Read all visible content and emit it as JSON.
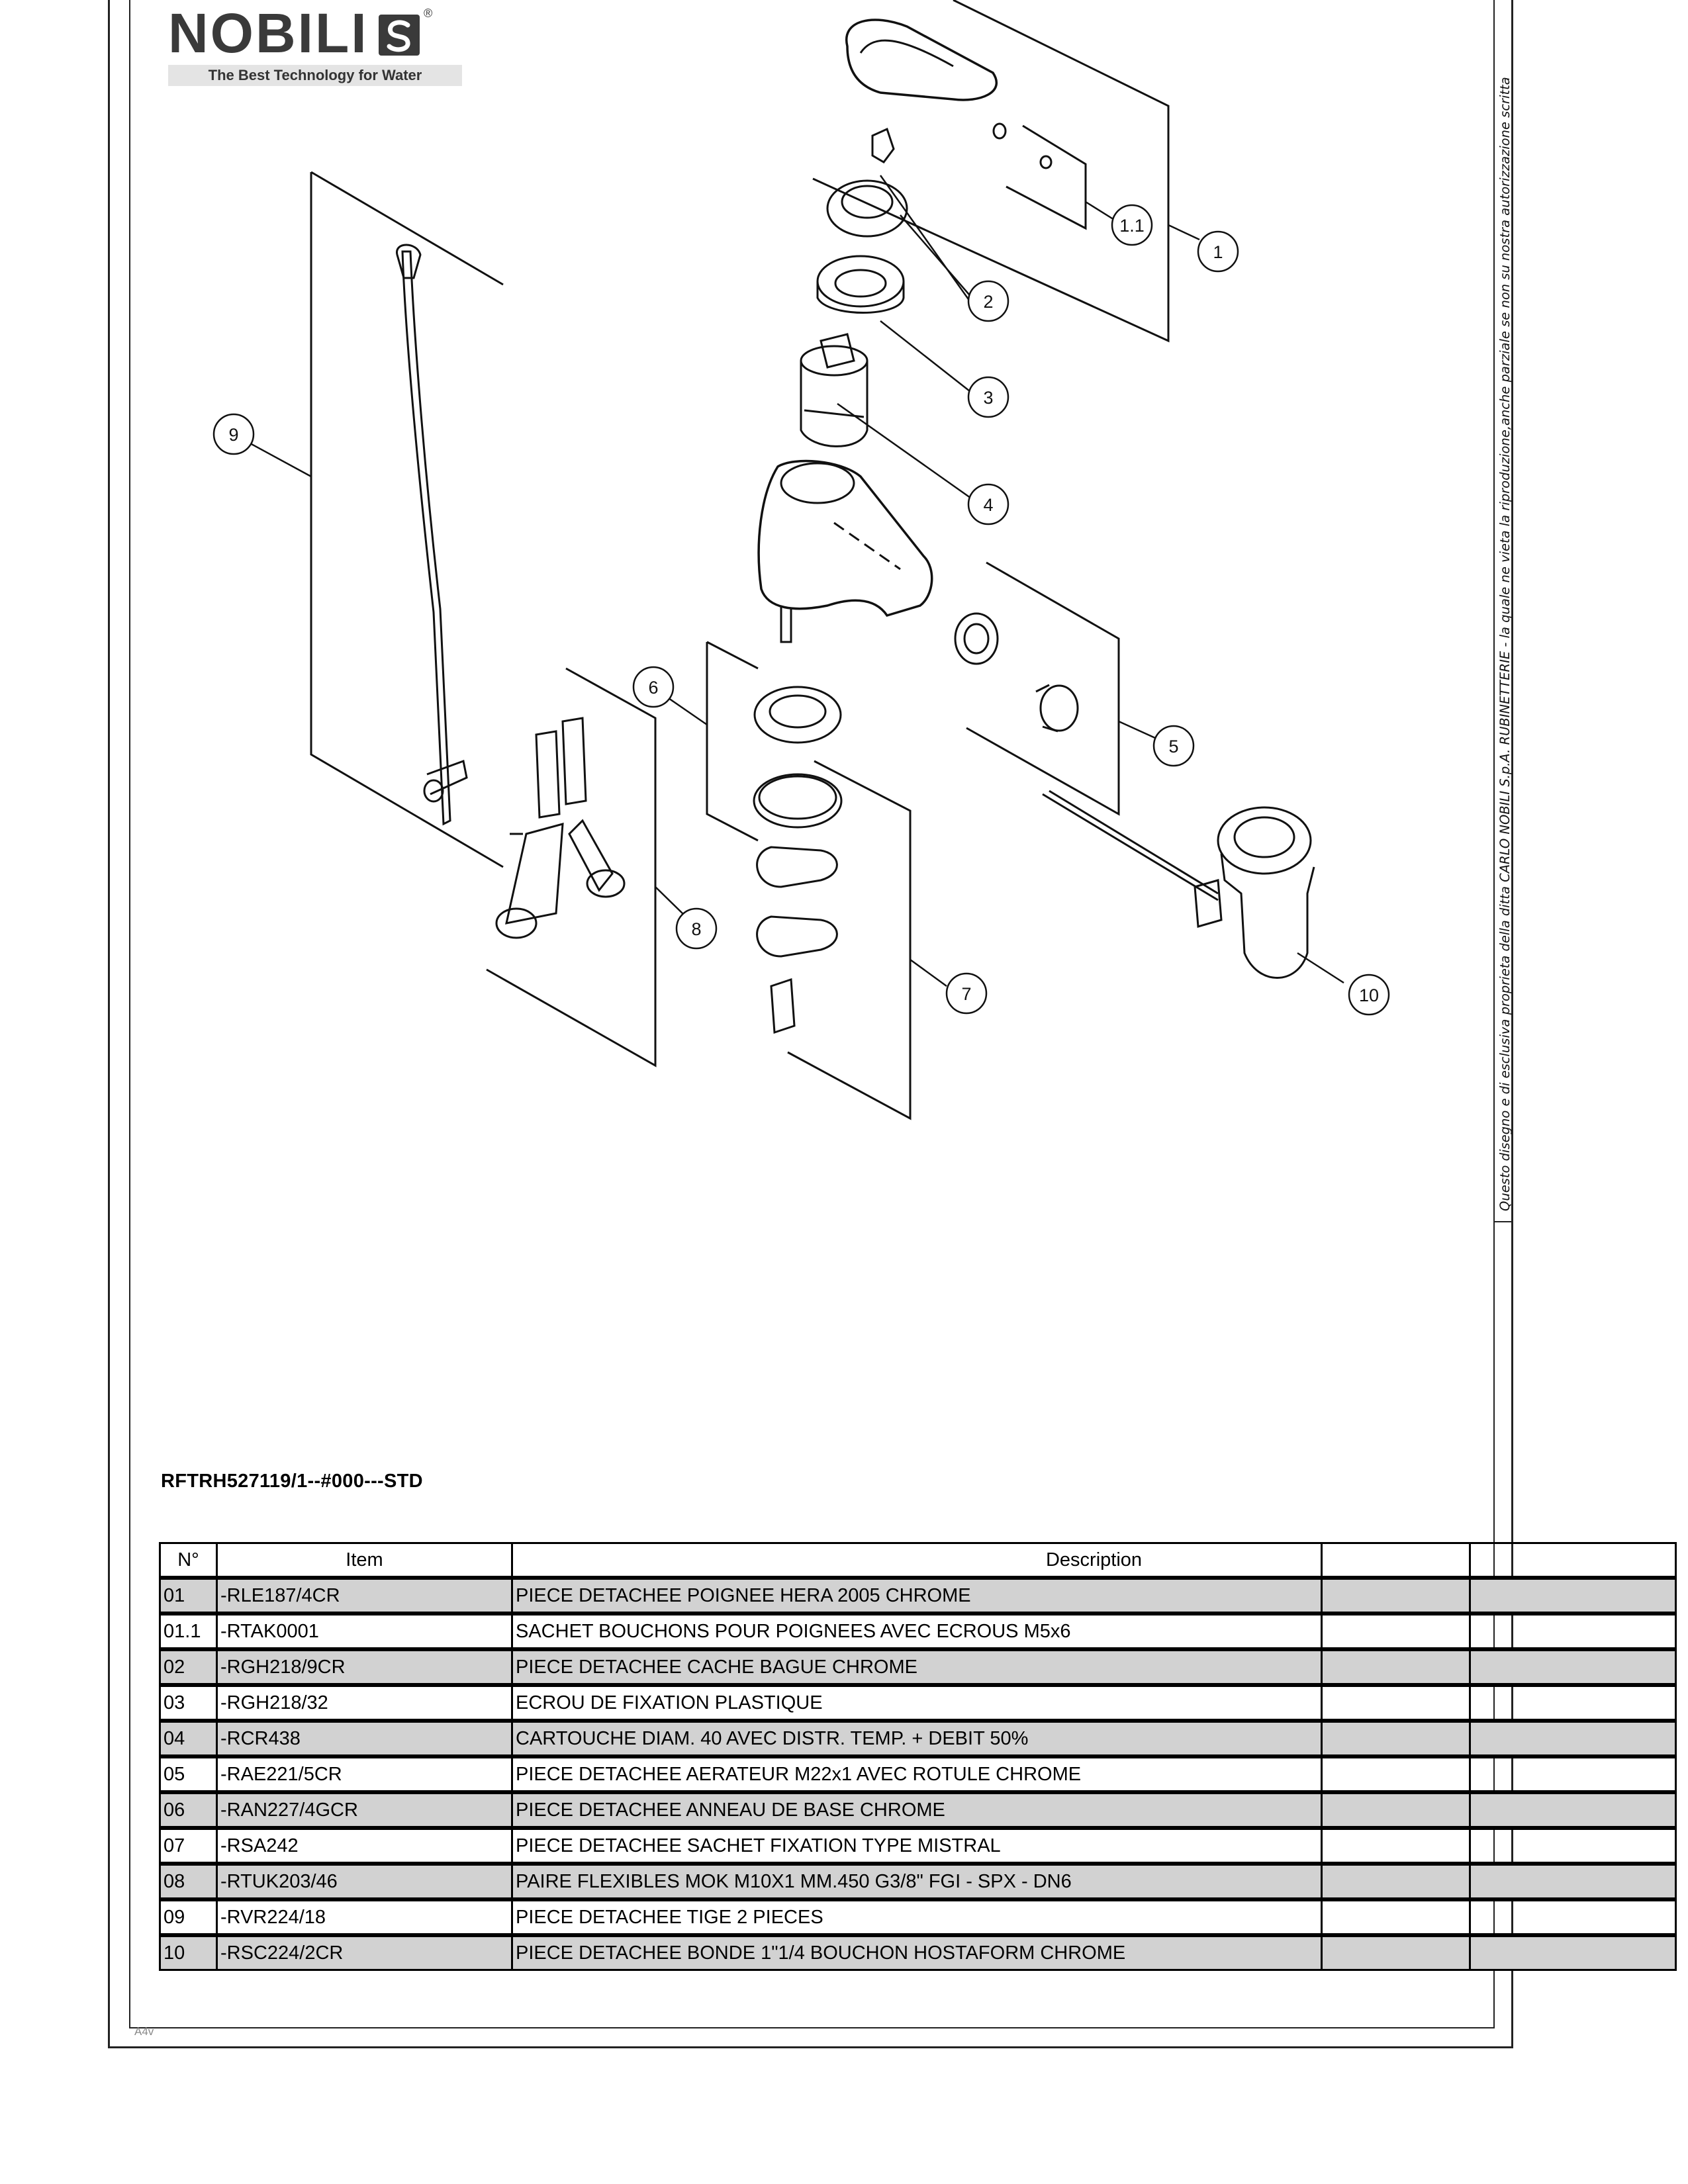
{
  "logo": {
    "wordmark": "NOBILI",
    "registered": "®",
    "tagline": "The Best Technology for Water"
  },
  "copyright_notice": "Questo disegno e di esclusiva proprieta della ditta CARLO NOBILI S.p.A. RUBINETTERIE - la quale ne vieta la riproduzione,anche parziale se non su nostra autorizzazione scritta",
  "sheet_size": "A4v",
  "drawing": {
    "callouts": [
      "1",
      "1.1",
      "2",
      "3",
      "4",
      "5",
      "6",
      "7",
      "8",
      "9",
      "10"
    ]
  },
  "reference_code": "RFTRH527119/1--#000---STD",
  "parts_table": {
    "headers": {
      "no": "N°",
      "item": "Item",
      "description": "Description",
      "extra": ""
    },
    "rows": [
      {
        "no": "01",
        "item": "-RLE187/4CR",
        "description": "PIECE DETACHEE POIGNEE HERA 2005 CHROME"
      },
      {
        "no": "01.1",
        "item": "-RTAK0001",
        "description": "SACHET BOUCHONS POUR POIGNEES AVEC ECROUS M5x6"
      },
      {
        "no": "02",
        "item": "-RGH218/9CR",
        "description": "PIECE DETACHEE CACHE BAGUE CHROME"
      },
      {
        "no": "03",
        "item": "-RGH218/32",
        "description": "ECROU DE FIXATION PLASTIQUE"
      },
      {
        "no": "04",
        "item": "-RCR438",
        "description": "CARTOUCHE DIAM. 40 AVEC DISTR. TEMP. + DEBIT 50%"
      },
      {
        "no": "05",
        "item": "-RAE221/5CR",
        "description": "PIECE DETACHEE AERATEUR M22x1 AVEC ROTULE CHROME"
      },
      {
        "no": "06",
        "item": "-RAN227/4GCR",
        "description": "PIECE DETACHEE ANNEAU DE BASE CHROME"
      },
      {
        "no": "07",
        "item": "-RSA242",
        "description": "PIECE DETACHEE SACHET FIXATION TYPE MISTRAL"
      },
      {
        "no": "08",
        "item": "-RTUK203/46",
        "description": "PAIRE FLEXIBLES  MOK M10X1 MM.450 G3/8\" FGI - SPX - DN6"
      },
      {
        "no": "09",
        "item": "-RVR224/18",
        "description": "PIECE DETACHEE TIGE 2 PIECES"
      },
      {
        "no": "10",
        "item": "-RSC224/2CR",
        "description": "PIECE DETACHEE BONDE 1\"1/4 BOUCHON HOSTAFORM CHROME"
      }
    ]
  },
  "colors": {
    "ink": "#000000",
    "row_shade": "#d2d2d2",
    "logo_gray": "#3a3a3a"
  }
}
